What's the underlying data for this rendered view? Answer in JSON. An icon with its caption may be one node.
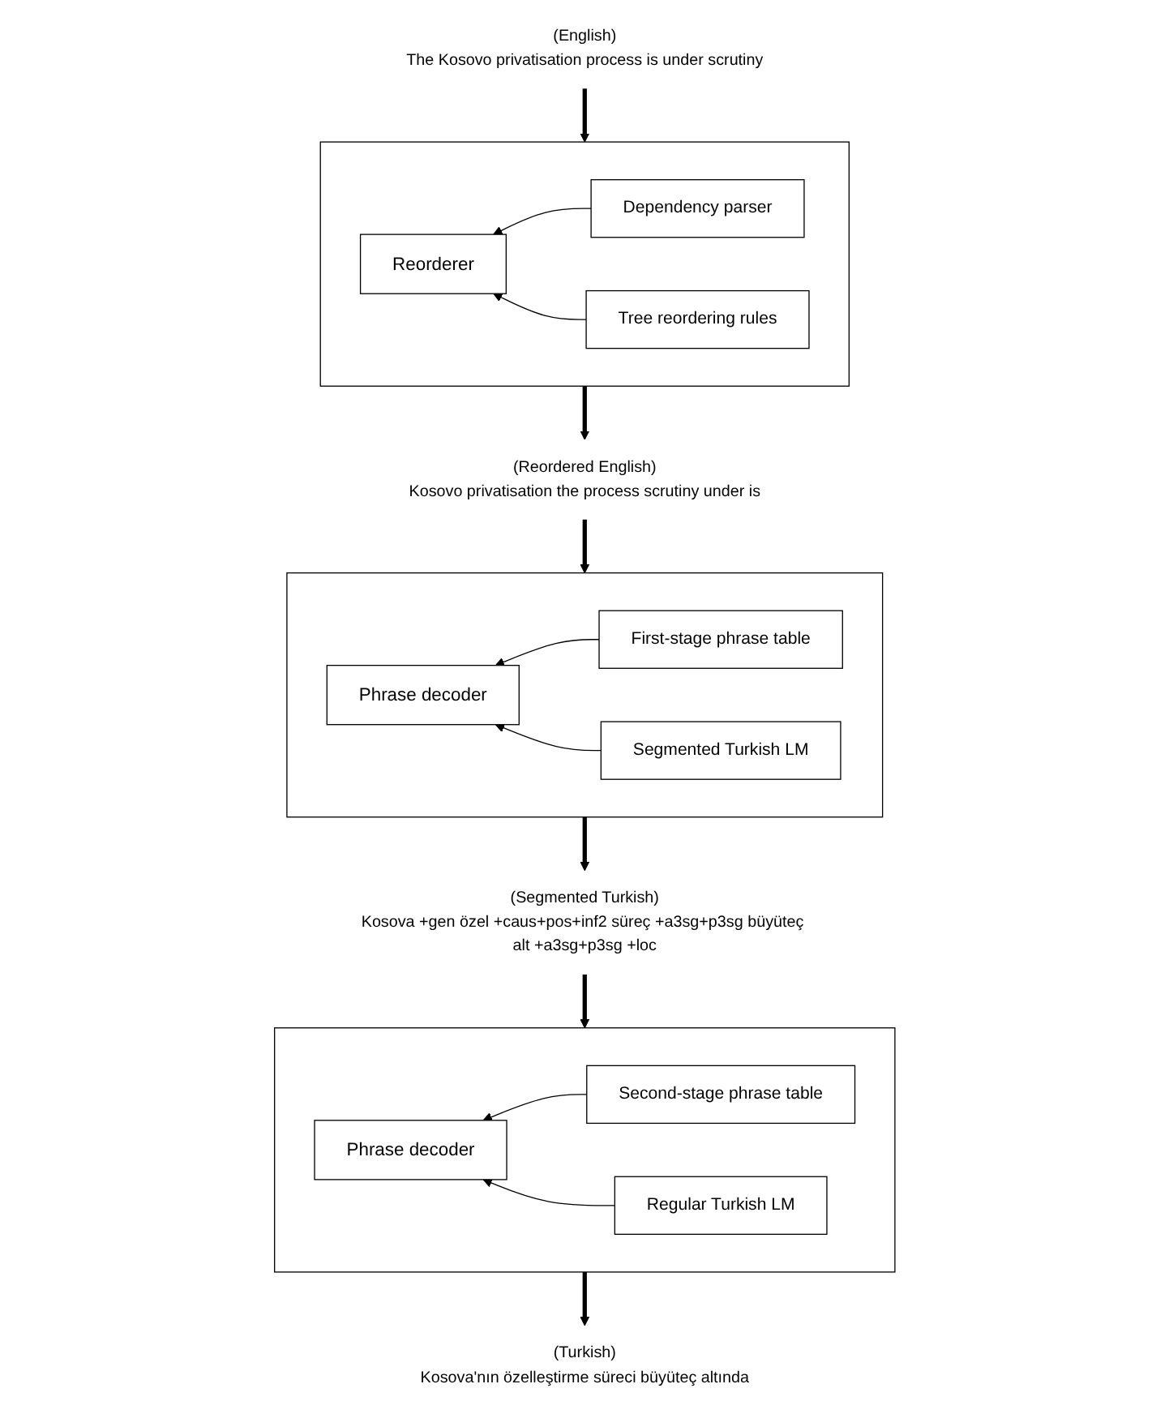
{
  "diagram": {
    "nodes": [
      {
        "text": [
          "(English)",
          "The Kosovo privatisation process is under scrutiny"
        ]
      },
      {
        "text": [],
        "shape": "box"
      },
      {
        "text": [
          "Reorderer"
        ],
        "in": 1
      },
      {
        "text": [
          "Dependency parser"
        ],
        "in": 1
      },
      {
        "text": [
          "Tree reordering rules"
        ],
        "in": 1
      },
      {
        "text": [
          "(Reordered English)",
          "Kosovo privatisation the process scrutiny under is"
        ]
      },
      {
        "text": [],
        "shape": "box"
      },
      {
        "text": [
          "Phrase decoder"
        ],
        "in": 6
      },
      {
        "text": [
          "First-stage phrase table"
        ],
        "in": 6
      },
      {
        "text": [
          "Segmented Turkish LM"
        ],
        "in": 6
      },
      {
        "text": [
          "(Segmented Turkish)",
          "Kosova +gen özel +caus+pos+inf2 süreç +a3sg+p3sg büyüteç alt +a3sg+p3sg +loc"
        ]
      },
      {
        "text": [],
        "shape": "box"
      },
      {
        "text": [
          "Phrase decoder"
        ],
        "in": 11
      },
      {
        "text": [
          "Second-stage phrase table"
        ],
        "in": 11
      },
      {
        "text": [
          "Regular Turkish LM"
        ],
        "in": 11
      },
      {
        "text": [
          "(Turkish)",
          "Kosova'nın özelleştirme süreci büyüteç altında"
        ]
      }
    ],
    "edges": [
      {
        "from": 0,
        "to": 1,
        "arrow": "to",
        "style": "thick"
      },
      {
        "from": 3,
        "to": 2,
        "arrow": "to"
      },
      {
        "from": 4,
        "to": 2,
        "arrow": "to"
      },
      {
        "from": 1,
        "to": 5,
        "arrow": "to",
        "style": "thick"
      },
      {
        "from": 5,
        "to": 6,
        "arrow": "to",
        "style": "thick"
      },
      {
        "from": 8,
        "to": 7,
        "arrow": "to"
      },
      {
        "from": 9,
        "to": 7,
        "arrow": "to"
      },
      {
        "from": 6,
        "to": 10,
        "arrow": "to",
        "style": "thick"
      },
      {
        "from": 10,
        "to": 11,
        "arrow": "to",
        "style": "thick"
      },
      {
        "from": 13,
        "to": 12,
        "arrow": "to"
      },
      {
        "from": 14,
        "to": 12,
        "arrow": "to"
      },
      {
        "from": 11,
        "to": 15,
        "arrow": "to",
        "style": "thick"
      }
    ]
  }
}
